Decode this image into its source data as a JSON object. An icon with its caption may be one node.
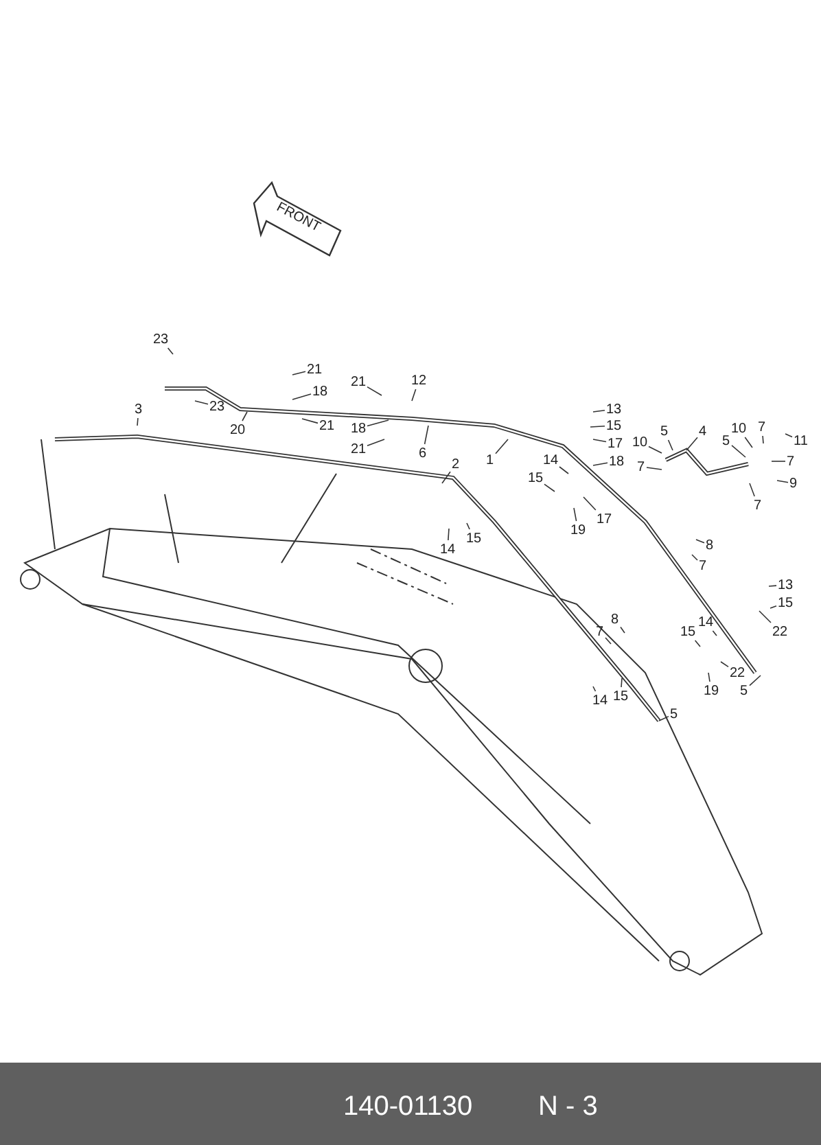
{
  "diagram": {
    "nodes": [
      {
        "text": [
          "23"
        ]
      },
      {
        "text": [
          "23"
        ]
      },
      {
        "text": [
          "21"
        ]
      },
      {
        "text": [
          "18"
        ]
      },
      {
        "text": [
          "20"
        ]
      },
      {
        "text": [
          "21"
        ]
      },
      {
        "text": [
          "21"
        ]
      },
      {
        "text": [
          "12"
        ]
      },
      {
        "text": [
          "18"
        ]
      },
      {
        "text": [
          "6"
        ]
      },
      {
        "text": [
          "21"
        ]
      },
      {
        "text": [
          "3"
        ]
      },
      {
        "text": [
          "2"
        ]
      },
      {
        "text": [
          "1"
        ]
      },
      {
        "text": [
          "13"
        ]
      },
      {
        "text": [
          "15"
        ]
      },
      {
        "text": [
          "17"
        ]
      },
      {
        "text": [
          "14"
        ]
      },
      {
        "text": [
          "18"
        ]
      },
      {
        "text": [
          "15"
        ]
      },
      {
        "text": [
          "17"
        ]
      },
      {
        "text": [
          "19"
        ]
      },
      {
        "text": [
          "10"
        ]
      },
      {
        "text": [
          "5"
        ]
      },
      {
        "text": [
          "4"
        ]
      },
      {
        "text": [
          "7"
        ]
      },
      {
        "text": [
          "10"
        ]
      },
      {
        "text": [
          "7"
        ]
      },
      {
        "text": [
          "5"
        ]
      },
      {
        "text": [
          "11"
        ]
      },
      {
        "text": [
          "7"
        ]
      },
      {
        "text": [
          "9"
        ]
      },
      {
        "text": [
          "7"
        ]
      },
      {
        "text": [
          "14"
        ]
      },
      {
        "text": [
          "15"
        ]
      },
      {
        "text": [
          "8"
        ]
      },
      {
        "text": [
          "7"
        ]
      },
      {
        "text": [
          "13"
        ]
      },
      {
        "text": [
          "15"
        ]
      },
      {
        "text": [
          "22"
        ]
      },
      {
        "text": [
          "8"
        ]
      },
      {
        "text": [
          "7"
        ]
      },
      {
        "text": [
          "14"
        ]
      },
      {
        "text": [
          "15"
        ]
      },
      {
        "text": [
          "22"
        ]
      },
      {
        "text": [
          "19"
        ]
      },
      {
        "text": [
          "5"
        ]
      },
      {
        "text": [
          "14"
        ]
      },
      {
        "text": [
          "15"
        ]
      },
      {
        "text": [
          "5"
        ]
      }
    ],
    "edges": [
      {
        "from": 0,
        "to": null,
        "arrow": "none"
      },
      {
        "from": 1,
        "to": null,
        "arrow": "none"
      },
      {
        "from": 2,
        "to": null,
        "arrow": "none"
      },
      {
        "from": 3,
        "to": null,
        "arrow": "none"
      },
      {
        "from": 4,
        "to": null,
        "arrow": "none"
      },
      {
        "from": 5,
        "to": null,
        "arrow": "none"
      },
      {
        "from": 6,
        "to": null,
        "arrow": "none"
      },
      {
        "from": 7,
        "to": null,
        "arrow": "none"
      },
      {
        "from": 8,
        "to": null,
        "arrow": "none"
      },
      {
        "from": 9,
        "to": null,
        "arrow": "none"
      },
      {
        "from": 10,
        "to": null,
        "arrow": "none"
      },
      {
        "from": 11,
        "to": null,
        "arrow": "none"
      },
      {
        "from": 12,
        "to": null,
        "arrow": "none"
      },
      {
        "from": 13,
        "to": null,
        "arrow": "none"
      },
      {
        "from": 14,
        "to": null,
        "arrow": "none"
      },
      {
        "from": 15,
        "to": null,
        "arrow": "none"
      },
      {
        "from": 16,
        "to": null,
        "arrow": "none"
      },
      {
        "from": 17,
        "to": null,
        "arrow": "none"
      },
      {
        "from": 18,
        "to": null,
        "arrow": "none"
      },
      {
        "from": 19,
        "to": null,
        "arrow": "none"
      },
      {
        "from": 20,
        "to": null,
        "arrow": "none"
      },
      {
        "from": 21,
        "to": null,
        "arrow": "none"
      },
      {
        "from": 22,
        "to": null,
        "arrow": "none"
      },
      {
        "from": 23,
        "to": null,
        "arrow": "none"
      },
      {
        "from": 24,
        "to": null,
        "arrow": "none"
      },
      {
        "from": 25,
        "to": null,
        "arrow": "none"
      },
      {
        "from": 26,
        "to": null,
        "arrow": "none"
      },
      {
        "from": 27,
        "to": null,
        "arrow": "none"
      },
      {
        "from": 28,
        "to": null,
        "arrow": "none"
      },
      {
        "from": 29,
        "to": null,
        "arrow": "none"
      },
      {
        "from": 30,
        "to": null,
        "arrow": "none"
      },
      {
        "from": 31,
        "to": null,
        "arrow": "none"
      },
      {
        "from": 32,
        "to": null,
        "arrow": "none"
      },
      {
        "from": 33,
        "to": null,
        "arrow": "none"
      },
      {
        "from": 34,
        "to": null,
        "arrow": "none"
      },
      {
        "from": 35,
        "to": null,
        "arrow": "none"
      },
      {
        "from": 36,
        "to": null,
        "arrow": "none"
      },
      {
        "from": 37,
        "to": null,
        "arrow": "none"
      },
      {
        "from": 38,
        "to": null,
        "arrow": "none"
      },
      {
        "from": 39,
        "to": null,
        "arrow": "none"
      },
      {
        "from": 40,
        "to": null,
        "arrow": "none"
      },
      {
        "from": 41,
        "to": null,
        "arrow": "none"
      },
      {
        "from": 42,
        "to": null,
        "arrow": "none"
      },
      {
        "from": 43,
        "to": null,
        "arrow": "none"
      },
      {
        "from": 44,
        "to": null,
        "arrow": "none"
      },
      {
        "from": 45,
        "to": null,
        "arrow": "none"
      },
      {
        "from": 46,
        "to": null,
        "arrow": "none"
      },
      {
        "from": 47,
        "to": null,
        "arrow": "none"
      },
      {
        "from": 48,
        "to": null,
        "arrow": "none"
      },
      {
        "from": 49,
        "to": null,
        "arrow": "none"
      }
    ],
    "labels": [
      "FRONT",
      "140-01130",
      "N - 3"
    ]
  }
}
